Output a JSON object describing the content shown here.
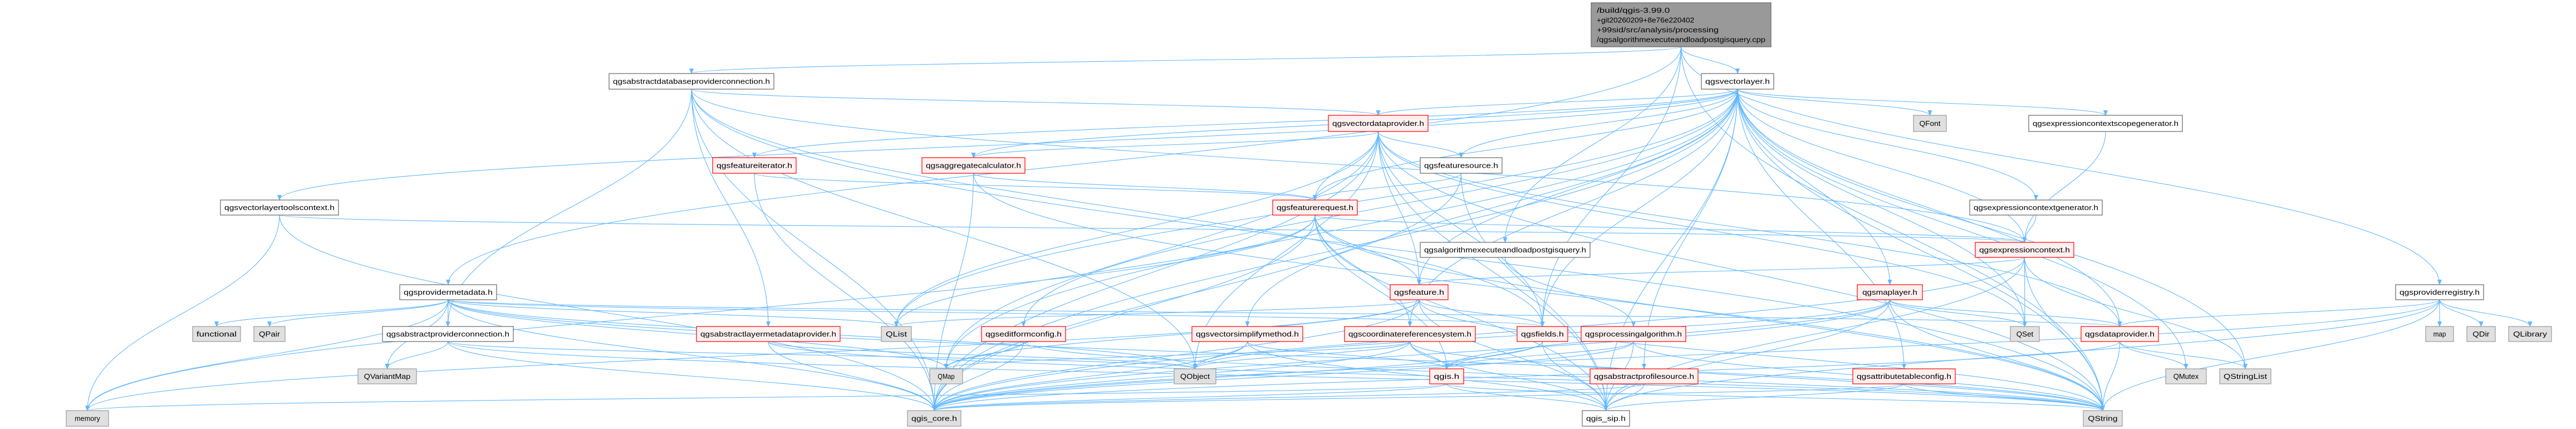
{
  "colors": {
    "edge": "#63b8ff",
    "main_fill": "#999999",
    "red_border": "#ff0000",
    "external_fill": "#e0e0e0"
  },
  "nodes": [
    {
      "id": "main",
      "kind": "main",
      "lines": [
        "/build/qgis-3.99.0",
        "+git20260209+8e76e220402",
        "+99sid/src/analysis/processing",
        "/qgsalgorithmexecuteandloadpostgisquery.cpp"
      ]
    },
    {
      "id": "dbconn",
      "kind": "plain",
      "label": "qgsabstractdatabaseproviderconnection.h"
    },
    {
      "id": "vlayer",
      "kind": "plain",
      "label": "qgsvectorlayer.h"
    },
    {
      "id": "vdp",
      "kind": "red",
      "label": "qgsvectordataprovider.h"
    },
    {
      "id": "QFont",
      "kind": "ext",
      "label": "QFont"
    },
    {
      "id": "ecsg",
      "kind": "plain",
      "label": "qgsexpressioncontextscopegenerator.h"
    },
    {
      "id": "fiter",
      "kind": "red",
      "label": "qgsfeatureiterator.h"
    },
    {
      "id": "aggr",
      "kind": "red",
      "label": "qgsaggregatecalculator.h"
    },
    {
      "id": "fsrc",
      "kind": "plain",
      "label": "qgsfeaturesource.h"
    },
    {
      "id": "vltc",
      "kind": "plain",
      "label": "qgsvectorlayertoolscontext.h"
    },
    {
      "id": "freq",
      "kind": "red",
      "label": "qgsfeaturerequest.h"
    },
    {
      "id": "ecg",
      "kind": "plain",
      "label": "qgsexpressioncontextgenerator.h"
    },
    {
      "id": "algh",
      "kind": "plain",
      "label": "qgsalgorithmexecuteandloadpostgisquery.h"
    },
    {
      "id": "ectx",
      "kind": "red",
      "label": "qgsexpressioncontext.h"
    },
    {
      "id": "pmeta",
      "kind": "plain",
      "label": "qgsprovidermetadata.h"
    },
    {
      "id": "feat",
      "kind": "red",
      "label": "qgsfeature.h"
    },
    {
      "id": "maplayer",
      "kind": "red",
      "label": "qgsmaplayer.h"
    },
    {
      "id": "preg",
      "kind": "plain",
      "label": "qgsproviderregistry.h"
    },
    {
      "id": "functional",
      "kind": "ext",
      "label": "functional"
    },
    {
      "id": "QPair",
      "kind": "ext",
      "label": "QPair"
    },
    {
      "id": "apconn",
      "kind": "plain",
      "label": "qgsabstractproviderconnection.h"
    },
    {
      "id": "almp",
      "kind": "red",
      "label": "qgsabstractlayermetadataprovider.h"
    },
    {
      "id": "QList",
      "kind": "ext",
      "label": "QList"
    },
    {
      "id": "efc",
      "kind": "red",
      "label": "qgseditformconfig.h"
    },
    {
      "id": "vsm",
      "kind": "red",
      "label": "qgsvectorsimplifymethod.h"
    },
    {
      "id": "crs",
      "kind": "red",
      "label": "qgscoordinatereferencesystem.h"
    },
    {
      "id": "fields",
      "kind": "red",
      "label": "qgsfields.h"
    },
    {
      "id": "palg",
      "kind": "red",
      "label": "qgsprocessingalgorithm.h"
    },
    {
      "id": "QSet",
      "kind": "ext",
      "label": "QSet"
    },
    {
      "id": "dp",
      "kind": "red",
      "label": "qgsdataprovider.h"
    },
    {
      "id": "map",
      "kind": "ext",
      "label": "map"
    },
    {
      "id": "QDir",
      "kind": "ext",
      "label": "QDir"
    },
    {
      "id": "QLibrary",
      "kind": "ext",
      "label": "QLibrary"
    },
    {
      "id": "QVariantMap",
      "kind": "ext",
      "label": "QVariantMap"
    },
    {
      "id": "QMap",
      "kind": "ext",
      "label": "QMap"
    },
    {
      "id": "QObject",
      "kind": "ext",
      "label": "QObject"
    },
    {
      "id": "qgis",
      "kind": "red",
      "label": "qgis.h"
    },
    {
      "id": "aps",
      "kind": "red",
      "label": "qgsabstractprofilesource.h"
    },
    {
      "id": "atc",
      "kind": "red",
      "label": "qgsattributetableconfig.h"
    },
    {
      "id": "QMutex",
      "kind": "ext",
      "label": "QMutex"
    },
    {
      "id": "QStringList",
      "kind": "ext",
      "label": "QStringList"
    },
    {
      "id": "memory",
      "kind": "ext",
      "label": "memory"
    },
    {
      "id": "qgis_core",
      "kind": "ext",
      "label": "qgis_core.h"
    },
    {
      "id": "qgis_sip",
      "kind": "plain",
      "label": "qgis_sip.h"
    },
    {
      "id": "QString",
      "kind": "ext",
      "label": "QString"
    }
  ],
  "edges": [
    [
      "main",
      "dbconn"
    ],
    [
      "main",
      "vlayer"
    ],
    [
      "main",
      "algh"
    ],
    [
      "main",
      "pmeta"
    ],
    [
      "main",
      "preg"
    ],
    [
      "main",
      "QString"
    ],
    [
      "main",
      "fields"
    ],
    [
      "dbconn",
      "apconn"
    ],
    [
      "dbconn",
      "qgis_core"
    ],
    [
      "dbconn",
      "vdp"
    ],
    [
      "dbconn",
      "almp"
    ],
    [
      "dbconn",
      "QObject"
    ],
    [
      "dbconn",
      "fields"
    ],
    [
      "dbconn",
      "ectx"
    ],
    [
      "dbconn",
      "QString"
    ],
    [
      "vlayer",
      "qgis_core"
    ],
    [
      "vlayer",
      "qgis_sip"
    ],
    [
      "vlayer",
      "QMap"
    ],
    [
      "vlayer",
      "QSet"
    ],
    [
      "vlayer",
      "QList"
    ],
    [
      "vlayer",
      "QStringList"
    ],
    [
      "vlayer",
      "QFont"
    ],
    [
      "vlayer",
      "QMutex"
    ],
    [
      "vlayer",
      "maplayer"
    ],
    [
      "vlayer",
      "feat"
    ],
    [
      "vlayer",
      "freq"
    ],
    [
      "vlayer",
      "fields"
    ],
    [
      "vlayer",
      "vdp"
    ],
    [
      "vlayer",
      "vsm"
    ],
    [
      "vlayer",
      "efc"
    ],
    [
      "vlayer",
      "atc"
    ],
    [
      "vlayer",
      "aggr"
    ],
    [
      "vlayer",
      "fiter"
    ],
    [
      "vlayer",
      "ecg"
    ],
    [
      "vlayer",
      "ecsg"
    ],
    [
      "vlayer",
      "ectx"
    ],
    [
      "vlayer",
      "fsrc"
    ],
    [
      "vlayer",
      "aps"
    ],
    [
      "vlayer",
      "vltc"
    ],
    [
      "vlayer",
      "crs"
    ],
    [
      "vlayer",
      "QString"
    ],
    [
      "vlayer",
      "dp"
    ],
    [
      "vdp",
      "qgis_core"
    ],
    [
      "vdp",
      "QObject"
    ],
    [
      "vdp",
      "QList"
    ],
    [
      "vdp",
      "QSet"
    ],
    [
      "vdp",
      "QMap"
    ],
    [
      "vdp",
      "QString"
    ],
    [
      "vdp",
      "dp"
    ],
    [
      "vdp",
      "feat"
    ],
    [
      "vdp",
      "fsrc"
    ],
    [
      "vdp",
      "freq"
    ],
    [
      "vdp",
      "aggr"
    ],
    [
      "vdp",
      "fields"
    ],
    [
      "vdp",
      "qgis_sip"
    ],
    [
      "fsrc",
      "freq"
    ],
    [
      "fsrc",
      "qgis_core"
    ],
    [
      "fsrc",
      "qgis_sip"
    ],
    [
      "freq",
      "qgis_core"
    ],
    [
      "freq",
      "qgis_sip"
    ],
    [
      "freq",
      "QList"
    ],
    [
      "freq",
      "feat"
    ],
    [
      "freq",
      "qgis"
    ],
    [
      "freq",
      "crs"
    ],
    [
      "freq",
      "ectx"
    ],
    [
      "freq",
      "memory"
    ],
    [
      "freq",
      "QString"
    ],
    [
      "fiter",
      "freq"
    ],
    [
      "fiter",
      "qgis_core"
    ],
    [
      "aggr",
      "qgis_core"
    ],
    [
      "aggr",
      "freq"
    ],
    [
      "aggr",
      "QString"
    ],
    [
      "feat",
      "qgis_core"
    ],
    [
      "feat",
      "qgis_sip"
    ],
    [
      "feat",
      "QMap"
    ],
    [
      "feat",
      "QString"
    ],
    [
      "feat",
      "QList"
    ],
    [
      "feat",
      "fields"
    ],
    [
      "feat",
      "memory"
    ],
    [
      "fields",
      "qgis_core"
    ],
    [
      "fields",
      "qgis_sip"
    ],
    [
      "fields",
      "qgis"
    ],
    [
      "crs",
      "qgis_core"
    ],
    [
      "crs",
      "qgis_sip"
    ],
    [
      "crs",
      "qgis"
    ],
    [
      "crs",
      "QString"
    ],
    [
      "crs",
      "QMap"
    ],
    [
      "crs",
      "QObject"
    ],
    [
      "palg",
      "qgis"
    ],
    [
      "palg",
      "qgis_core"
    ],
    [
      "palg",
      "qgis_sip"
    ],
    [
      "palg",
      "QString"
    ],
    [
      "aps",
      "qgis_core"
    ],
    [
      "aps",
      "qgis_sip"
    ],
    [
      "qgis",
      "qgis_core"
    ],
    [
      "qgis",
      "qgis_sip"
    ],
    [
      "qgis",
      "QString"
    ],
    [
      "qgis",
      "memory"
    ],
    [
      "ectx",
      "QString"
    ],
    [
      "ectx",
      "QStringList"
    ],
    [
      "ectx",
      "QSet"
    ],
    [
      "ectx",
      "qgis_core"
    ],
    [
      "ectx",
      "qgis_sip"
    ],
    [
      "ectx",
      "feat"
    ],
    [
      "ecg",
      "ectx"
    ],
    [
      "ecsg",
      "ectx"
    ],
    [
      "maplayer",
      "qgis_core"
    ],
    [
      "maplayer",
      "qgis_sip"
    ],
    [
      "maplayer",
      "QSet"
    ],
    [
      "maplayer",
      "QString"
    ],
    [
      "maplayer",
      "QObject"
    ],
    [
      "maplayer",
      "dp"
    ],
    [
      "maplayer",
      "qgis"
    ],
    [
      "dp",
      "qgis_core"
    ],
    [
      "dp",
      "QMutex"
    ],
    [
      "dp",
      "QStringList"
    ],
    [
      "dp",
      "QString"
    ],
    [
      "atc",
      "qgis_core"
    ],
    [
      "atc",
      "qgis_sip"
    ],
    [
      "atc",
      "QString"
    ],
    [
      "preg",
      "map"
    ],
    [
      "preg",
      "QDir"
    ],
    [
      "preg",
      "QLibrary"
    ],
    [
      "preg",
      "QString"
    ],
    [
      "preg",
      "dp"
    ],
    [
      "preg",
      "qgis_core"
    ],
    [
      "preg",
      "qgis_sip"
    ],
    [
      "pmeta",
      "functional"
    ],
    [
      "pmeta",
      "QPair"
    ],
    [
      "pmeta",
      "QVariantMap"
    ],
    [
      "pmeta",
      "apconn"
    ],
    [
      "pmeta",
      "memory"
    ],
    [
      "pmeta",
      "qgis_core"
    ],
    [
      "pmeta",
      "QList"
    ],
    [
      "pmeta",
      "QString"
    ],
    [
      "pmeta",
      "fields"
    ],
    [
      "pmeta",
      "QMap"
    ],
    [
      "pmeta",
      "QObject"
    ],
    [
      "pmeta",
      "dp"
    ],
    [
      "apconn",
      "QVariantMap"
    ],
    [
      "apconn",
      "qgis_core"
    ],
    [
      "apconn",
      "QString"
    ],
    [
      "apconn",
      "QObject"
    ],
    [
      "vltc",
      "memory"
    ],
    [
      "vltc",
      "qgis_core"
    ],
    [
      "vltc",
      "ectx"
    ],
    [
      "almp",
      "qgis_core"
    ],
    [
      "almp",
      "QObject"
    ],
    [
      "almp",
      "QString"
    ],
    [
      "efc",
      "QMap"
    ],
    [
      "efc",
      "qgis_core"
    ],
    [
      "efc",
      "QString"
    ],
    [
      "vsm",
      "qgis_core"
    ],
    [
      "vsm",
      "QObject"
    ],
    [
      "vsm",
      "qgis_sip"
    ],
    [
      "vsm",
      "qgis"
    ],
    [
      "algh",
      "palg"
    ]
  ]
}
